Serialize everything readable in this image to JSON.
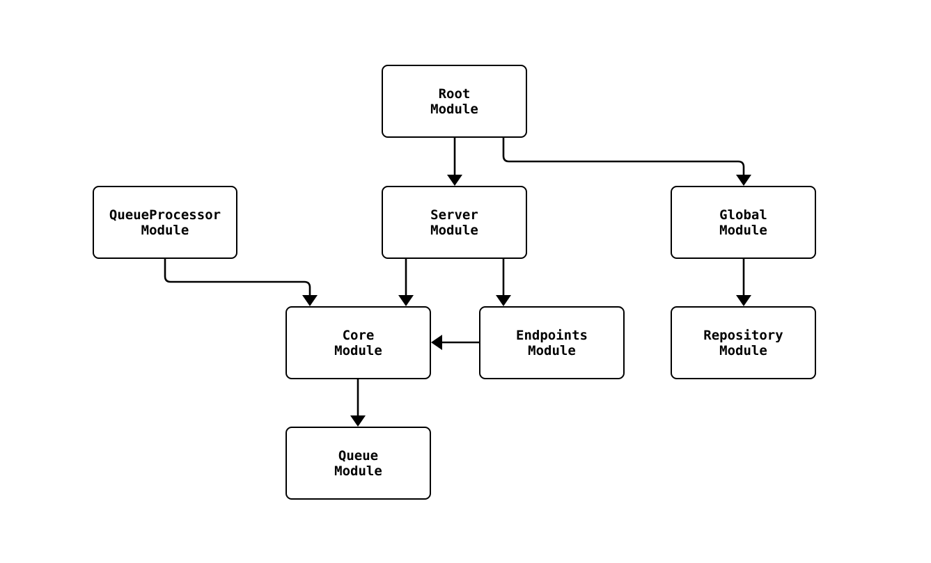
{
  "diagram": {
    "type": "module-dependency-graph",
    "colors": {
      "background": "#ffffff",
      "node_fill": "#ffffff",
      "node_border": "#000000",
      "edge_stroke": "#000000",
      "text": "#000000"
    },
    "nodes": [
      {
        "id": "root",
        "label": "Root\nModule"
      },
      {
        "id": "queueprocessor",
        "label": "QueueProcessor\nModule"
      },
      {
        "id": "server",
        "label": "Server\nModule"
      },
      {
        "id": "global",
        "label": "Global\nModule"
      },
      {
        "id": "core",
        "label": "Core\nModule"
      },
      {
        "id": "endpoints",
        "label": "Endpoints\nModule"
      },
      {
        "id": "repository",
        "label": "Repository\nModule"
      },
      {
        "id": "queue",
        "label": "Queue\nModule"
      }
    ],
    "edges": [
      {
        "from": "root",
        "to": "server"
      },
      {
        "from": "root",
        "to": "global"
      },
      {
        "from": "queueprocessor",
        "to": "core"
      },
      {
        "from": "server",
        "to": "core"
      },
      {
        "from": "server",
        "to": "endpoints"
      },
      {
        "from": "endpoints",
        "to": "core"
      },
      {
        "from": "global",
        "to": "repository"
      },
      {
        "from": "core",
        "to": "queue"
      }
    ]
  }
}
